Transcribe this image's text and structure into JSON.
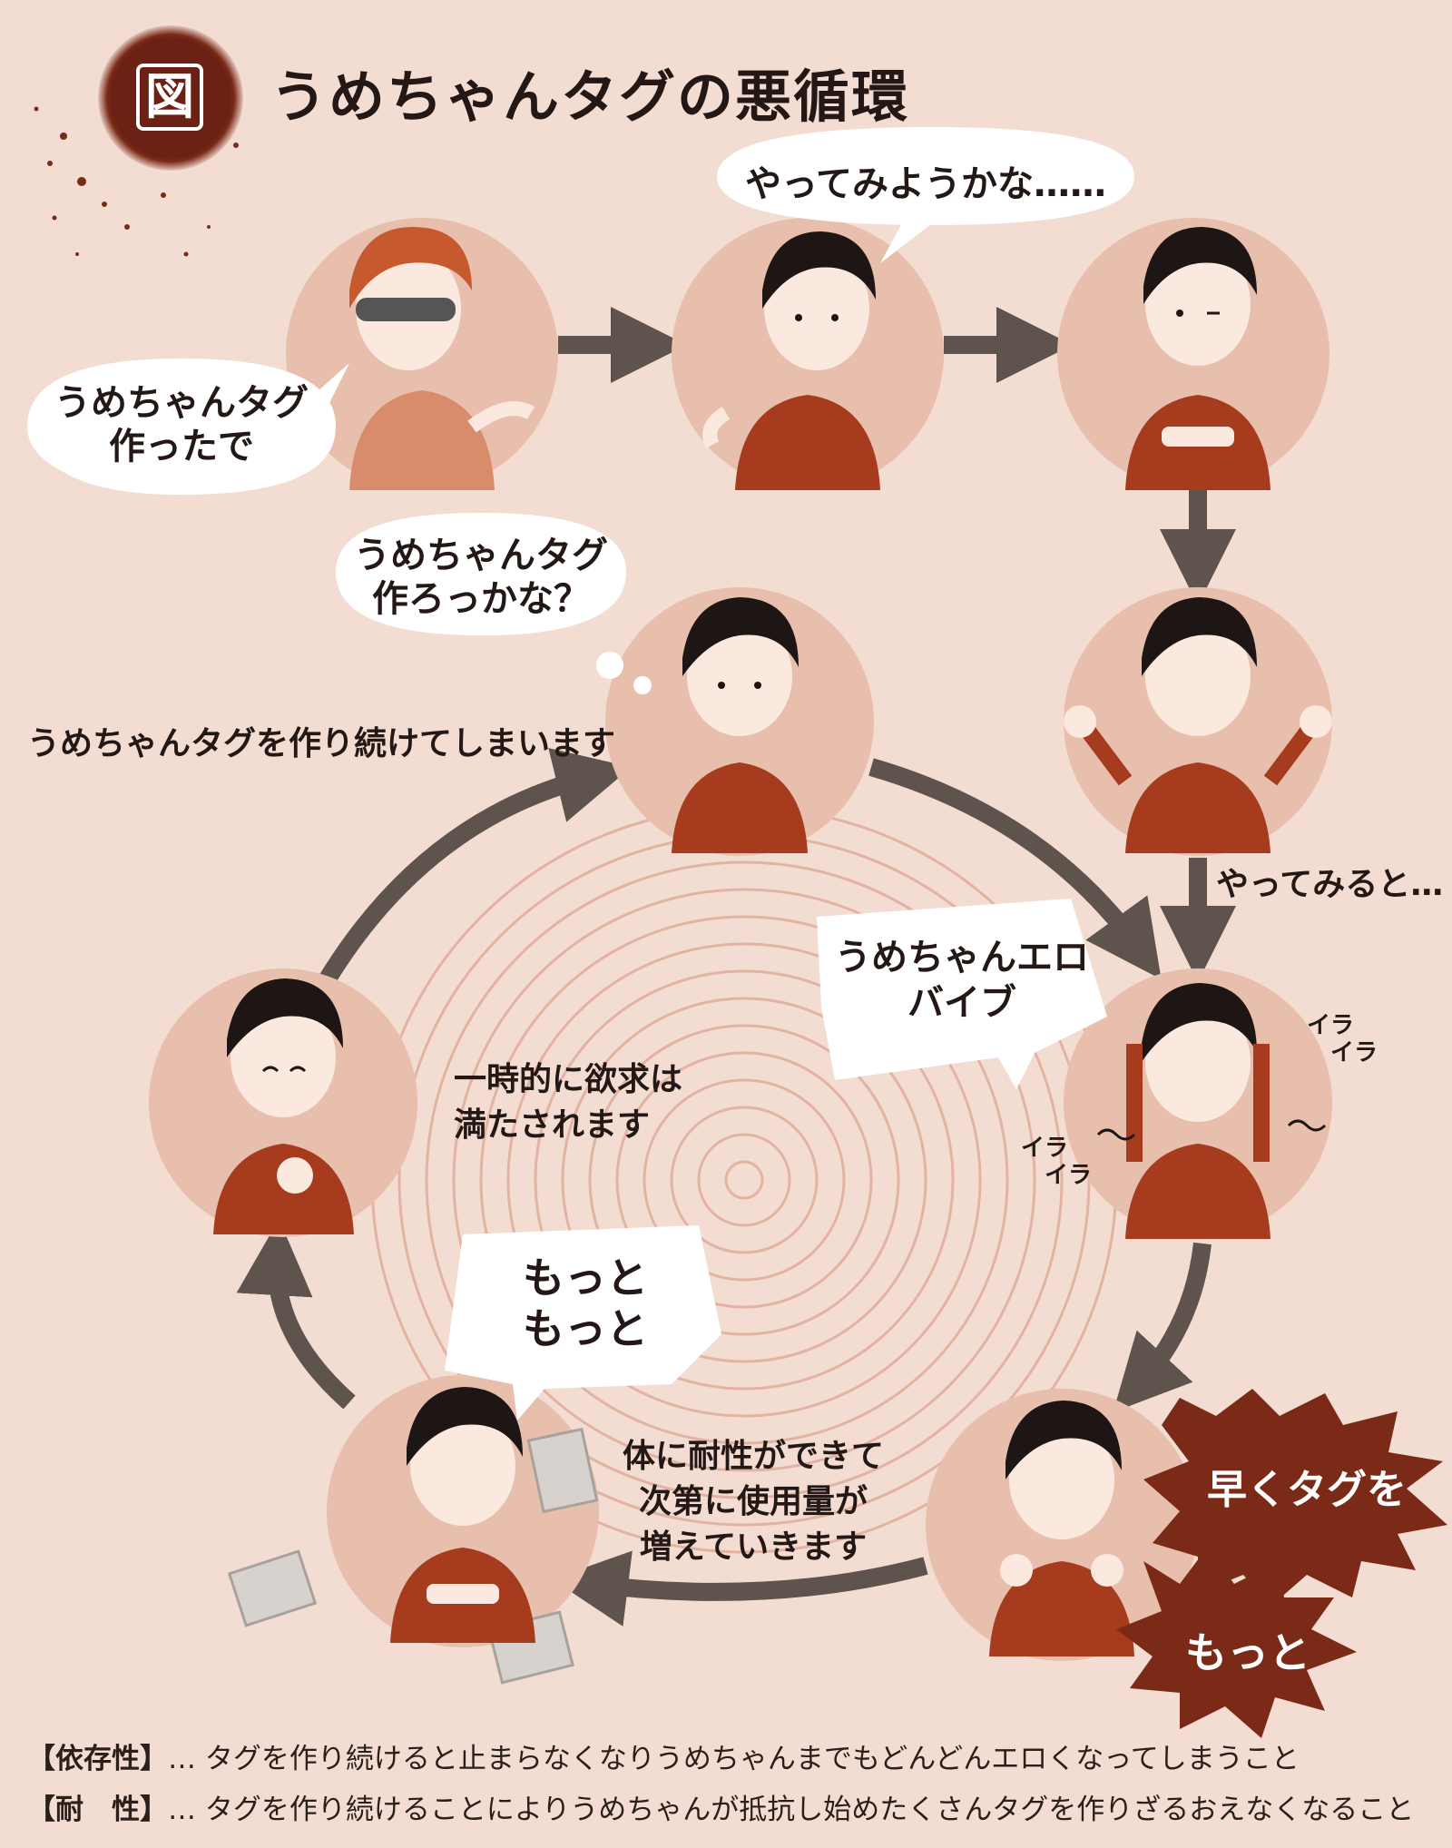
{
  "title": {
    "badge": "図",
    "text": "うめちゃんタグの悪循環"
  },
  "bubbles": {
    "intro": [
      "うめちゃんタグ",
      "作ったで"
    ],
    "try": "やってみようかな……",
    "make": [
      "うめちゃんタグ",
      "作ろっかな？"
    ],
    "ero": [
      "うめちゃんエロ",
      "バイブ"
    ],
    "more_more": [
      "もっと",
      "もっと"
    ]
  },
  "labels": {
    "keep_making": "うめちゃんタグを作り続けてしまいます",
    "try_then": "やってみると…",
    "satisfied": [
      "一時的に欲求は",
      "満たされます"
    ],
    "tolerance": [
      "体に耐性ができて",
      "次第に使用量が",
      "増えていきます"
    ],
    "ira1": [
      "イラ",
      "イラ"
    ],
    "ira2": [
      "イラ",
      "イラ"
    ]
  },
  "bursts": {
    "hurry": "早くタグを",
    "more": "もっと"
  },
  "footer": [
    {
      "tag": "【依存性】",
      "text": "… タグを作り続けると止まらなくなりうめちゃんまでもどんどんエロくなってしまうこと"
    },
    {
      "tag": "【耐　性】",
      "text": "… タグを作り続けることによりうめちゃんが抵抗し始めたくさんタグを作りざるおえなくなること"
    }
  ],
  "colors": {
    "background": "#f3ddd3",
    "circle": "#e8bfad",
    "arrow": "#5f534d",
    "shirt": "#a63b1d",
    "hair": "#1e1614",
    "burst": "#7b2a18"
  }
}
